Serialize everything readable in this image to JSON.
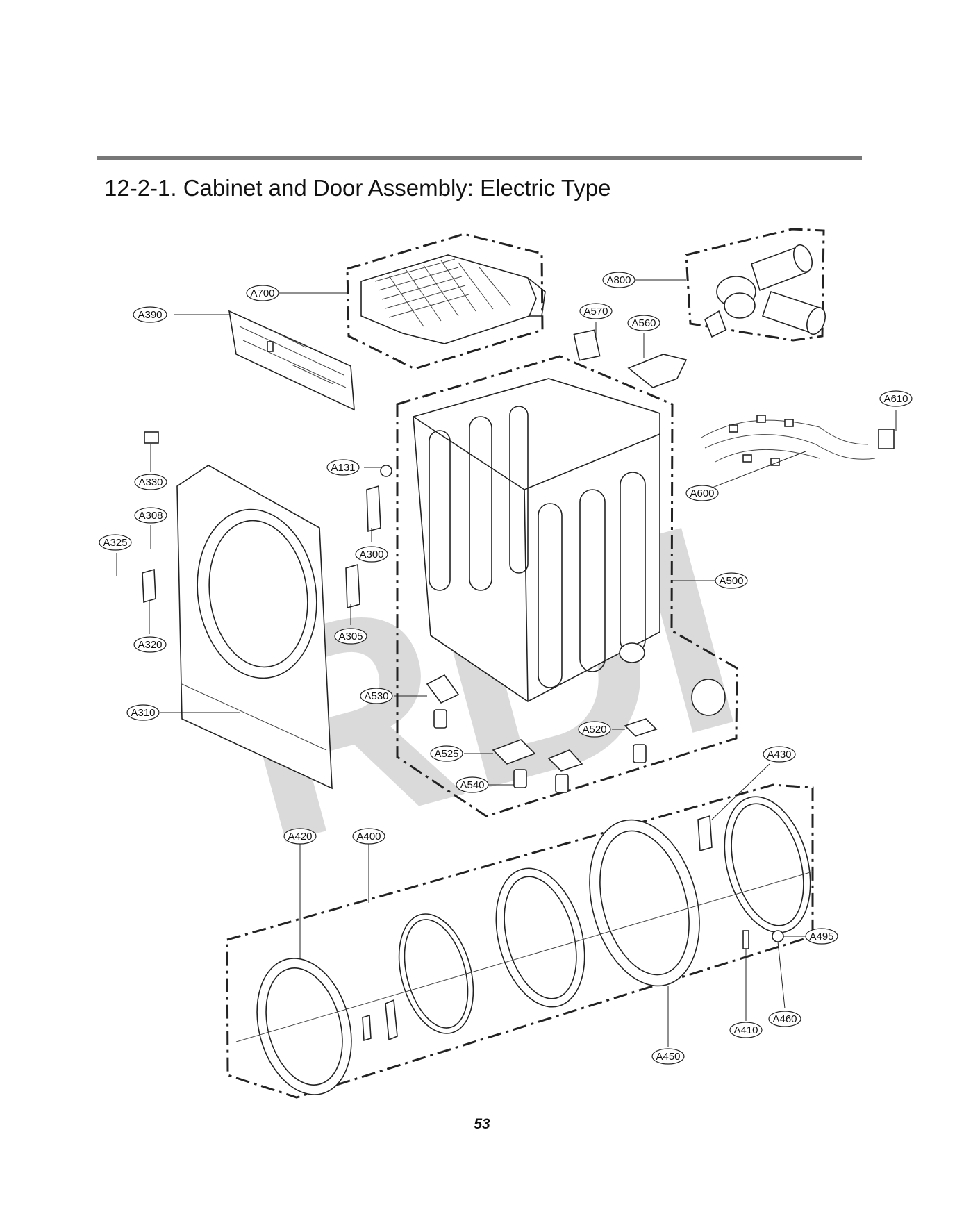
{
  "title": "12-2-1. Cabinet and Door Assembly: Electric Type",
  "page_number": "53",
  "watermark": "RDI",
  "callouts": [
    {
      "id": "A700",
      "label": "A700"
    },
    {
      "id": "A390",
      "label": "A390"
    },
    {
      "id": "A800",
      "label": "A800"
    },
    {
      "id": "A570",
      "label": "A570"
    },
    {
      "id": "A560",
      "label": "A560"
    },
    {
      "id": "A610",
      "label": "A610"
    },
    {
      "id": "A600",
      "label": "A600"
    },
    {
      "id": "A131",
      "label": "A131"
    },
    {
      "id": "A330",
      "label": "A330"
    },
    {
      "id": "A308",
      "label": "A308"
    },
    {
      "id": "A325",
      "label": "A325"
    },
    {
      "id": "A300",
      "label": "A300"
    },
    {
      "id": "A500",
      "label": "A500"
    },
    {
      "id": "A320",
      "label": "A320"
    },
    {
      "id": "A305",
      "label": "A305"
    },
    {
      "id": "A530",
      "label": "A530"
    },
    {
      "id": "A310",
      "label": "A310"
    },
    {
      "id": "A520",
      "label": "A520"
    },
    {
      "id": "A525",
      "label": "A525"
    },
    {
      "id": "A430",
      "label": "A430"
    },
    {
      "id": "A540",
      "label": "A540"
    },
    {
      "id": "A420",
      "label": "A420"
    },
    {
      "id": "A400",
      "label": "A400"
    },
    {
      "id": "A495",
      "label": "A495"
    },
    {
      "id": "A460",
      "label": "A460"
    },
    {
      "id": "A410",
      "label": "A410"
    },
    {
      "id": "A450",
      "label": "A450"
    }
  ]
}
